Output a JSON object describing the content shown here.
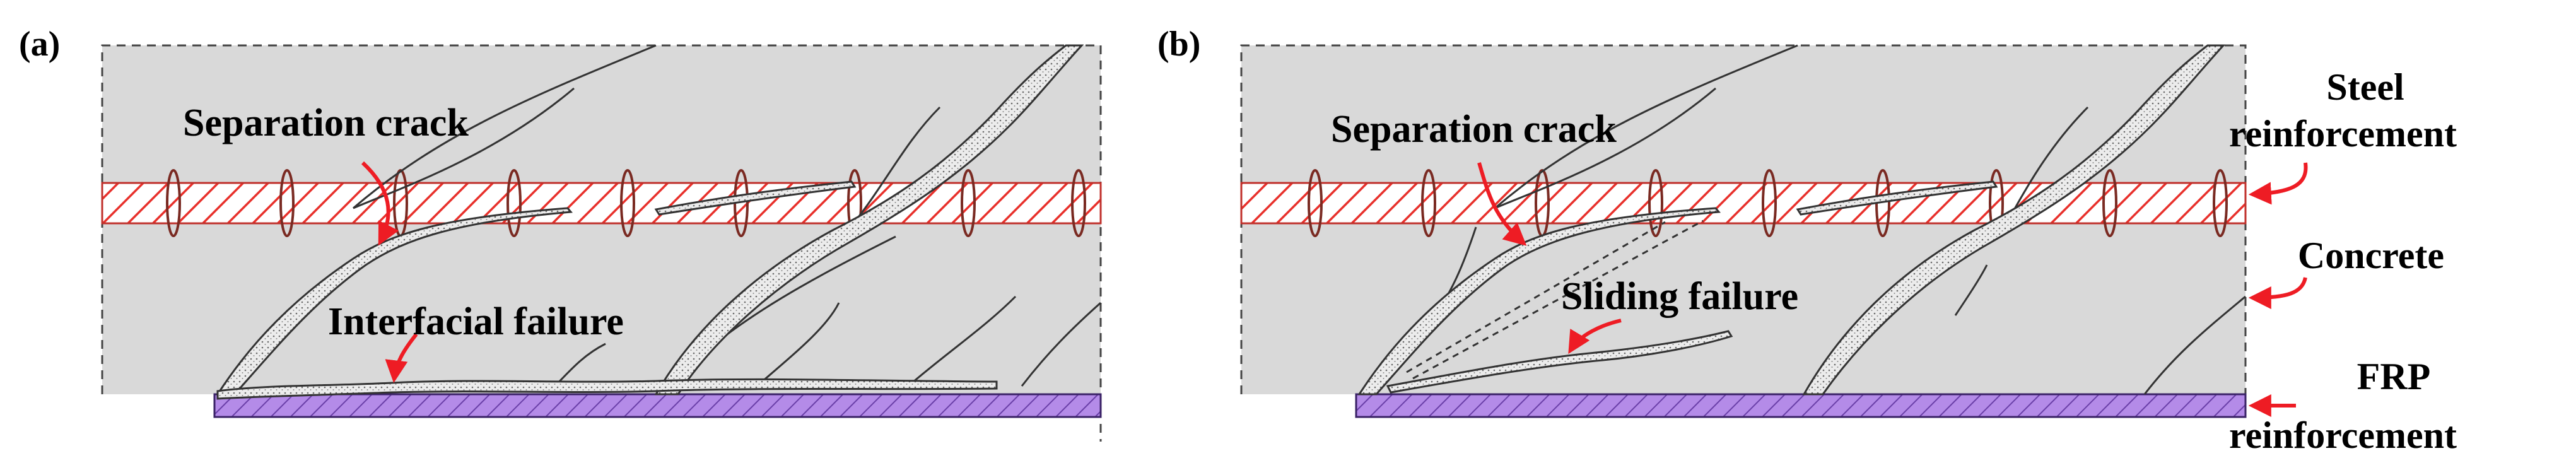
{
  "panels": [
    {
      "label": "(a)",
      "annotations": {
        "separation_crack": "Separation crack",
        "secondary_failure": "Interfacial failure"
      }
    },
    {
      "label": "(b)",
      "annotations": {
        "separation_crack": "Separation crack",
        "secondary_failure": "Sliding failure"
      }
    }
  ],
  "legend": {
    "steel_line1": "Steel",
    "steel_line2": "reinforcement",
    "concrete": "Concrete",
    "frp_line1": "FRP",
    "frp_line2": "reinforcement"
  },
  "colors": {
    "concrete": "#d9d9d9",
    "steel_hatch": "#e8302b",
    "frp_fill": "#b48be8",
    "arrow": "#ee1c24",
    "crack_fill": "#ececec"
  }
}
